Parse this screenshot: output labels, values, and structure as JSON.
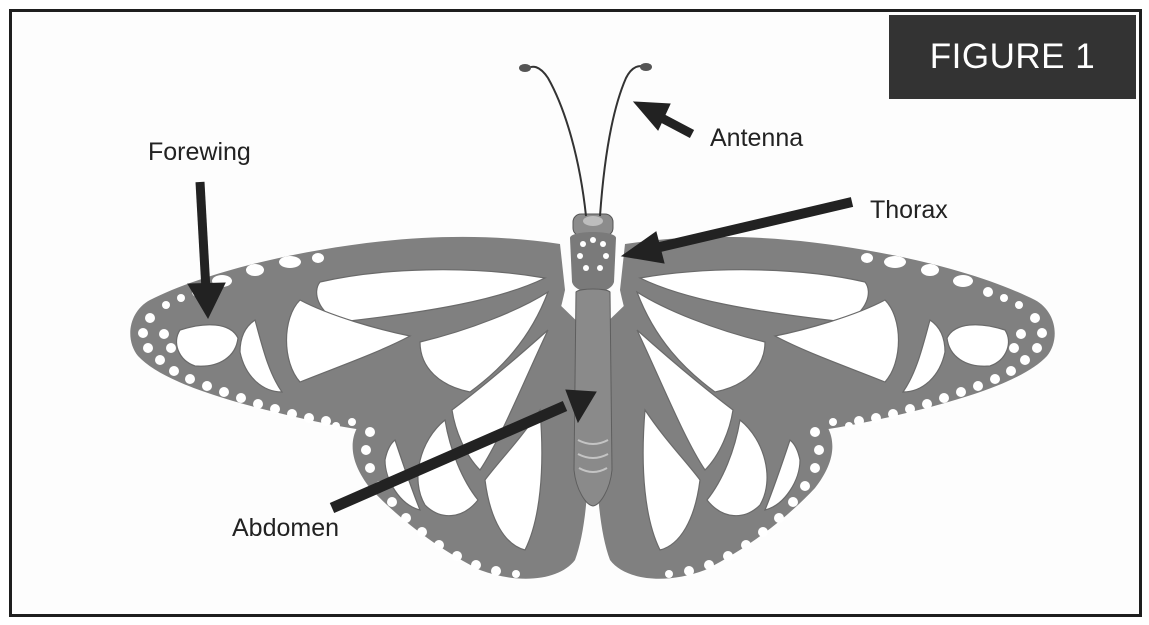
{
  "figure": {
    "badge": "FIGURE 1",
    "badge_bg": "#333333",
    "wing_color": "#808080",
    "body_color": "#7a7a7a",
    "arrow_color": "#222222"
  },
  "labels": {
    "forewing": "Forewing",
    "antenna": "Antenna",
    "thorax": "Thorax",
    "abdomen": "Abdomen"
  }
}
